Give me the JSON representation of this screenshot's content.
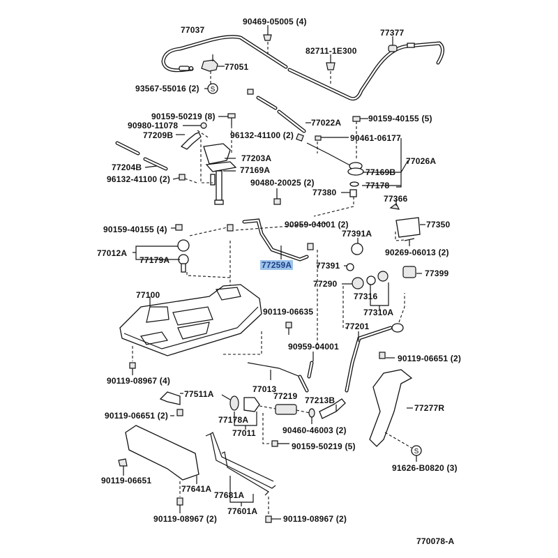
{
  "diagram": {
    "title": "Fuel Tank & Tube Parts Diagram",
    "figure_code": "770078-A",
    "highlighted_part": "77259A",
    "highlight_color": "#9cc3ea",
    "labels": {
      "p77037": "77037",
      "p90469": "90469-05005 (4)",
      "p77377": "77377",
      "p82711": "82711-1E300",
      "p77051": "77051",
      "p93567": "93567-55016 (2)",
      "p90159_50219_8": "90159-50219 (8)",
      "p90980": "90980-11078",
      "p77209B": "77209B",
      "p96132_a": "96132-41100 (2)",
      "p77022A": "77022A",
      "p90159_40155_5": "90159-40155 (5)",
      "p90461": "90461-06177",
      "p77203A": "77203A",
      "p77204B": "77204B",
      "p77169A": "77169A",
      "p96132_b": "96132-41100 (2)",
      "p77026A": "77026A",
      "p77169B": "77169B",
      "p90480": "90480-20025 (2)",
      "p77178": "77178",
      "p77380": "77380",
      "p77366": "77366",
      "p90159_40155_4": "90159-40155 (4)",
      "p90959_2": "90959-04001 (2)",
      "p77350": "77350",
      "p77012A": "77012A",
      "p77179A": "77179A",
      "p77259A": "77259A",
      "p77391A": "77391A",
      "p90269": "90269-06013 (2)",
      "p77391": "77391",
      "p77399": "77399",
      "p77100": "77100",
      "p77290": "77290",
      "p77316": "77316",
      "p90119_06635": "90119-06635",
      "p77310A": "77310A",
      "p77201": "77201",
      "p90959": "90959-04001",
      "p90119_06651_2a": "90119-06651 (2)",
      "p90119_08967_4": "90119-08967 (4)",
      "p77013": "77013",
      "p77511A": "77511A",
      "p77219": "77219",
      "p77213B": "77213B",
      "p77277R": "77277R",
      "p90119_06651_2b": "90119-06651 (2)",
      "p77178A": "77178A",
      "p90460": "90460-46003 (2)",
      "p77011": "77011",
      "p90159_50219_5": "90159-50219 (5)",
      "p91626": "91626-B0820 (3)",
      "p90119_06651": "90119-06651",
      "p77641A": "77641A",
      "p77681A": "77681A",
      "p77601A": "77601A",
      "p90119_08967_2a": "90119-08967 (2)",
      "p90119_08967_2b": "90119-08967 (2)",
      "figure": "770078-A"
    },
    "icons": {
      "standard_part_symbol": "S"
    }
  }
}
